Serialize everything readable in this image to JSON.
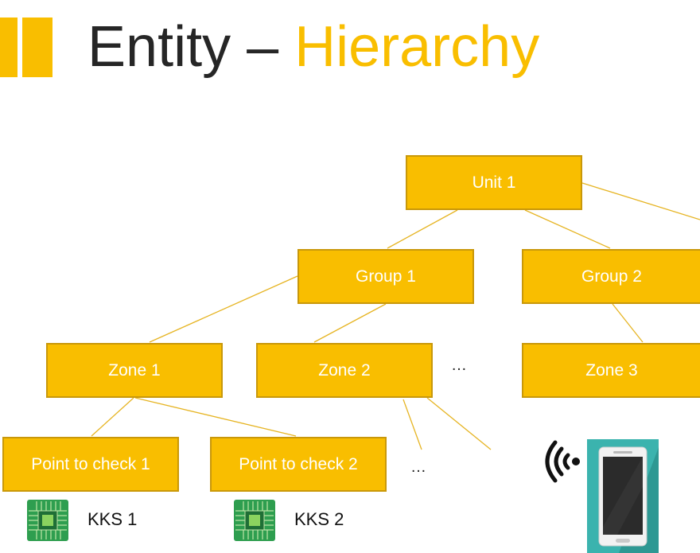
{
  "title": {
    "part1": "Entity – ",
    "part2": "Hierarchy"
  },
  "nodes": {
    "unit1": "Unit 1",
    "group1": "Group 1",
    "group2": "Group 2",
    "zone1": "Zone 1",
    "zone2": "Zone 2",
    "zone3": "Zone 3",
    "point1": "Point to check 1",
    "point2": "Point to check 2"
  },
  "ellipsis": {
    "zones": "…",
    "points": "…"
  },
  "kks": {
    "kks1": "KKS 1",
    "kks2": "KKS 2"
  },
  "icons": {
    "chip": "circuit-chip-icon",
    "phone": "smartphone-icon",
    "wifi": "wireless-signal-icon"
  },
  "colors": {
    "accent": "#F9BE00",
    "node_border": "#C9980A",
    "line": "#E6B422"
  }
}
